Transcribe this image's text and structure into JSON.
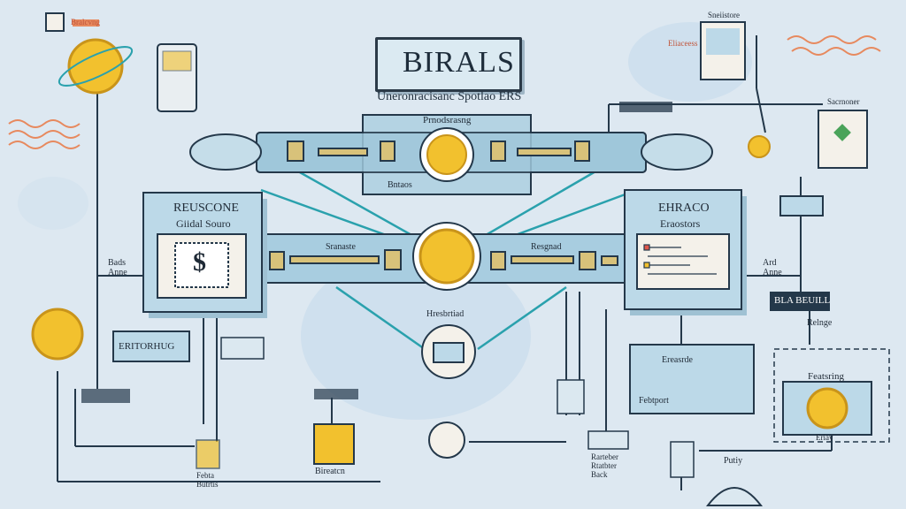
{
  "title": "BIRALS",
  "subtitle": "Uneronracisanc Spotlao ERS",
  "top_bar_label": "Prnodsrasng",
  "top_bar_bottom_label": "Bntaos",
  "left_panel": {
    "heading": "REUSCONE",
    "subheading": "Giidal Souro",
    "symbol": "$"
  },
  "right_panel": {
    "heading": "EHRACO",
    "subheading": "Eraostors"
  },
  "center_bar": {
    "left_label": "Sranaste",
    "right_label": "Resgnad"
  },
  "hub_label": "Hresbrtiad",
  "side_labels": {
    "left_mid": "Bads\nAnne",
    "right_mid": "Ard\nAnne",
    "right_box": "BLA BEUILL",
    "right_box_sub": "Relnge",
    "bottom_right_box": "Featsring",
    "bottom_right_box_sub": "Eriay",
    "bottom_mid_left": "Bireatcn",
    "bottom_left": "Febta\nButrtis",
    "bottom_mid_right": "Rarteber\nRtatbter\nBack",
    "bottom_far_right": "Putiy",
    "lower_right_panel": "Ereasrde",
    "lower_right_panel_sub": "Febtport",
    "left_small_box": "ERITORHUG",
    "top_right_doc": "Sneiistore",
    "top_right_tag": "Eliaceess",
    "right_card": "Sacrnoner",
    "upper_left_tag": "Bralcvng"
  },
  "colors": {
    "background": "#dde8f1",
    "panel": "#bcd9e8",
    "coin": "#f2c12e",
    "coin_edge": "#c9941a",
    "line": "#24384a",
    "teal": "#2aa1ad",
    "wave": "#e7895e"
  }
}
